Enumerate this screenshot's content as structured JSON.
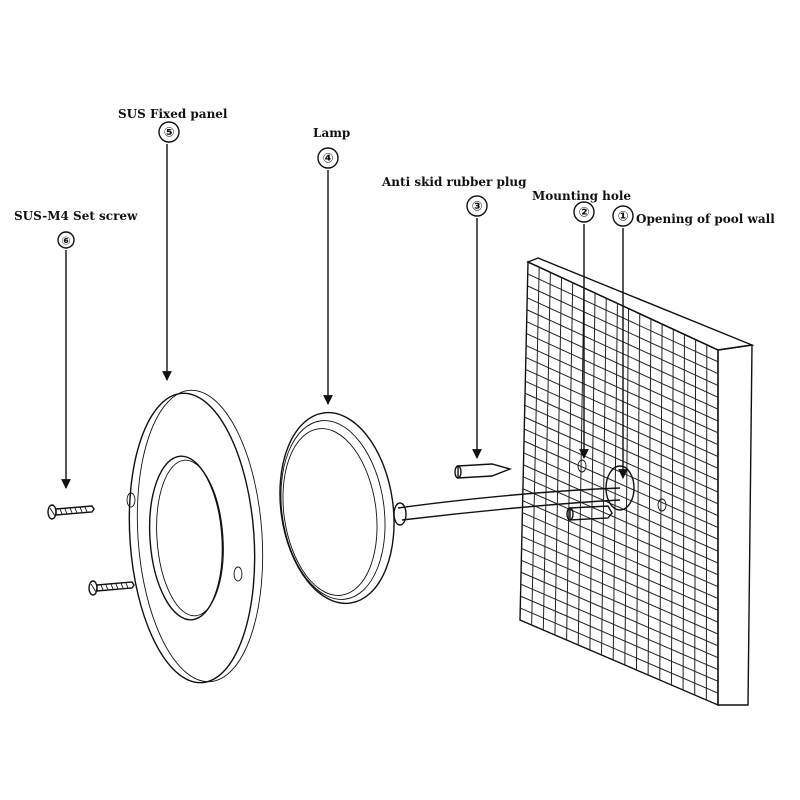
{
  "parts": [
    {
      "number": "①",
      "label": "Opening of pool wall"
    },
    {
      "number": "②",
      "label": "Mounting hole"
    },
    {
      "number": "③",
      "label": "Anti skid rubber plug"
    },
    {
      "number": "④",
      "label": "Lamp"
    },
    {
      "number": "⑤",
      "label": "SUS Fixed panel"
    },
    {
      "number": "⑥",
      "label": "SUS-M4 Set screw"
    }
  ]
}
